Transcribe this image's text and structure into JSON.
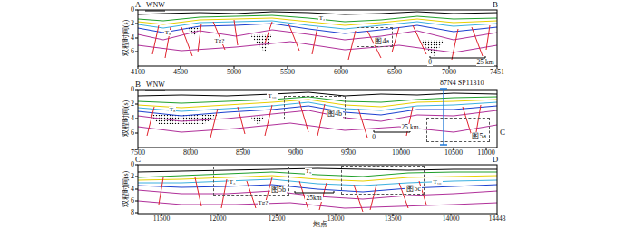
{
  "diagram": {
    "nodes": [
      {
        "text": [
          "图4a"
        ]
      },
      {
        "text": [
          "图4b"
        ]
      },
      {
        "text": [
          "图5a"
        ]
      },
      {
        "text": [
          "图5b"
        ]
      },
      {
        "text": [
          "图5c"
        ]
      }
    ],
    "labels": [
      "A",
      "WNW",
      "B",
      "双程时间(s)",
      "0",
      "2",
      "4",
      "6",
      "4100",
      "4500",
      "5000",
      "5500",
      "6000",
      "6500",
      "7000",
      "7451",
      "B",
      "WNW",
      "87N4 SP11310",
      "双程时间(s)",
      "0",
      "2",
      "4",
      "6",
      "7500",
      "8000",
      "8500",
      "9000",
      "9500",
      "10000",
      "10500",
      "11000",
      "C",
      "C",
      "D",
      "双程时间(s)",
      "0",
      "2",
      "4",
      "6",
      "8",
      "11500",
      "12000",
      "12500",
      "13000",
      "13500",
      "14000",
      "14443",
      "炮点",
      "0",
      "25 km",
      "0",
      "25 km",
      "25km",
      "T₈",
      "Tg?",
      "T₂",
      "T₈",
      "T₁₀",
      "T₃",
      "T₅",
      "Tg?",
      "T₁₀"
    ]
  }
}
